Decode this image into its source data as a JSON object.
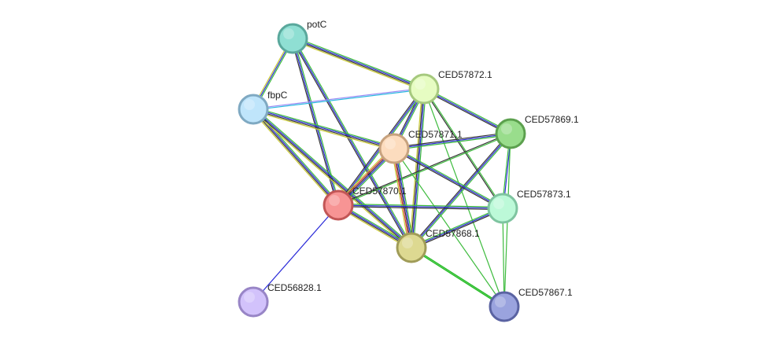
{
  "nodes": [
    {
      "id": "potC",
      "label": "potC",
      "fill": "#8fdfd3",
      "stroke": "#5aa89c"
    },
    {
      "id": "fbpC",
      "label": "fbpC",
      "fill": "#bfe5fb",
      "stroke": "#7fa9c2"
    },
    {
      "id": "CED57872.1",
      "label": "CED57872.1",
      "fill": "#e6fcc2",
      "stroke": "#a6c97e"
    },
    {
      "id": "CED57869.1",
      "label": "CED57869.1",
      "fill": "#99dd8c",
      "stroke": "#5ca04e"
    },
    {
      "id": "CED57871.1",
      "label": "CED57871.1",
      "fill": "#fcdcbe",
      "stroke": "#c7a27e"
    },
    {
      "id": "CED57870.1",
      "label": "CED57870.1",
      "fill": "#f79494",
      "stroke": "#c25656"
    },
    {
      "id": "CED57873.1",
      "label": "CED57873.1",
      "fill": "#bcf9d8",
      "stroke": "#7fc4a0"
    },
    {
      "id": "CED57868.1",
      "label": "CED57868.1",
      "fill": "#ddd991",
      "stroke": "#a09c58"
    },
    {
      "id": "CED56828.1",
      "label": "CED56828.1",
      "fill": "#d2c2fb",
      "stroke": "#9885c6"
    },
    {
      "id": "CED57867.1",
      "label": "CED57867.1",
      "fill": "#9aa3de",
      "stroke": "#5a63a2"
    }
  ],
  "edges": [
    {
      "source": "potC",
      "target": "fbpC",
      "colors": [
        "#3dbb3d",
        "#2a2ad8",
        "#c8c832"
      ]
    },
    {
      "source": "potC",
      "target": "CED57872.1",
      "colors": [
        "#3dbb3d",
        "#2a2ad8",
        "#333333",
        "#c8c832"
      ]
    },
    {
      "source": "potC",
      "target": "CED57870.1",
      "colors": [
        "#3dbb3d",
        "#2a2ad8",
        "#333333"
      ]
    },
    {
      "source": "potC",
      "target": "CED57868.1",
      "colors": [
        "#3dbb3d",
        "#2a2ad8",
        "#333333"
      ]
    },
    {
      "source": "fbpC",
      "target": "CED57872.1",
      "colors": [
        "#9b8bf4",
        "#2ab9e0"
      ]
    },
    {
      "source": "fbpC",
      "target": "CED57871.1",
      "colors": [
        "#3dbb3d",
        "#2a2ad8",
        "#333333",
        "#c8c832"
      ]
    },
    {
      "source": "fbpC",
      "target": "CED57870.1",
      "colors": [
        "#3dbb3d",
        "#2a2ad8",
        "#333333",
        "#c8c832"
      ]
    },
    {
      "source": "fbpC",
      "target": "CED57868.1",
      "colors": [
        "#3dbb3d",
        "#2a2ad8",
        "#333333",
        "#c8c832"
      ]
    },
    {
      "source": "CED57872.1",
      "target": "CED57869.1",
      "colors": [
        "#3dbb3d",
        "#2a2ad8",
        "#333333"
      ]
    },
    {
      "source": "CED57872.1",
      "target": "CED57871.1",
      "colors": [
        "#3dbb3d",
        "#2a2ad8",
        "#333333"
      ]
    },
    {
      "source": "CED57872.1",
      "target": "CED57870.1",
      "colors": [
        "#3dbb3d",
        "#2a2ad8",
        "#333333"
      ]
    },
    {
      "source": "CED57872.1",
      "target": "CED57868.1",
      "colors": [
        "#3dbb3d",
        "#2a2ad8",
        "#333333",
        "#c8c832"
      ]
    },
    {
      "source": "CED57872.1",
      "target": "CED57873.1",
      "colors": [
        "#3dbb3d",
        "#333333"
      ]
    },
    {
      "source": "CED57872.1",
      "target": "CED57867.1",
      "colors": [
        "#3dbb3d"
      ]
    },
    {
      "source": "CED57869.1",
      "target": "CED57871.1",
      "colors": [
        "#3dbb3d",
        "#2a2ad8",
        "#333333"
      ]
    },
    {
      "source": "CED57869.1",
      "target": "CED57870.1",
      "colors": [
        "#3dbb3d",
        "#333333"
      ]
    },
    {
      "source": "CED57869.1",
      "target": "CED57868.1",
      "colors": [
        "#3dbb3d",
        "#2a2ad8",
        "#333333"
      ]
    },
    {
      "source": "CED57869.1",
      "target": "CED57873.1",
      "colors": [
        "#2a2ad8",
        "#3dbb3d"
      ]
    },
    {
      "source": "CED57869.1",
      "target": "CED57867.1",
      "colors": [
        "#3dbb3d"
      ]
    },
    {
      "source": "CED57871.1",
      "target": "CED57870.1",
      "colors": [
        "#3dbb3d",
        "#2a2ad8",
        "#333333",
        "#d43030",
        "#c8c832"
      ]
    },
    {
      "source": "CED57871.1",
      "target": "CED57868.1",
      "colors": [
        "#3dbb3d",
        "#2a2ad8",
        "#333333",
        "#d43030",
        "#c8c832"
      ]
    },
    {
      "source": "CED57871.1",
      "target": "CED57873.1",
      "colors": [
        "#3dbb3d",
        "#2a2ad8",
        "#333333"
      ]
    },
    {
      "source": "CED57871.1",
      "target": "CED57867.1",
      "colors": [
        "#3dbb3d"
      ]
    },
    {
      "source": "CED57870.1",
      "target": "CED57868.1",
      "colors": [
        "#3dbb3d",
        "#2a2ad8",
        "#333333",
        "#c8c832"
      ]
    },
    {
      "source": "CED57870.1",
      "target": "CED57873.1",
      "colors": [
        "#3dbb3d",
        "#2a2ad8",
        "#333333"
      ]
    },
    {
      "source": "CED57870.1",
      "target": "CED56828.1",
      "colors": [
        "#2a2ad8"
      ]
    },
    {
      "source": "CED57868.1",
      "target": "CED57873.1",
      "colors": [
        "#3dbb3d",
        "#2a2ad8",
        "#333333"
      ]
    },
    {
      "source": "CED57868.1",
      "target": "CED57867.1",
      "colors": [
        "#22bb22",
        "#22bb22"
      ]
    },
    {
      "source": "CED57873.1",
      "target": "CED57867.1",
      "colors": [
        "#3dbb3d"
      ]
    }
  ]
}
